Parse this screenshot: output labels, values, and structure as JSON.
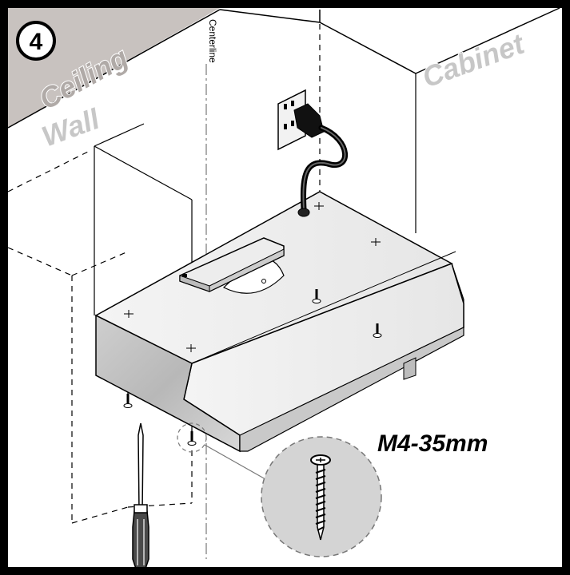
{
  "step_number": "4",
  "labels": {
    "ceiling": "Ceiling",
    "wall": "Wall",
    "cabinet": "Cabinet",
    "centerline": "Centerline",
    "screw_spec": "M4-35mm"
  },
  "colors": {
    "frame": "#000000",
    "ceiling_fill": "#c8c2bf",
    "stamp_text": "#c7c7c7",
    "hood_steel": "#d6d6d6",
    "hood_front": "#bcbcbc",
    "hood_top": "#f2f2f2",
    "magnifier_fill": "#d4d4d4",
    "screwdriver_handle": "#4a4a4a"
  },
  "icons": [
    "step-badge",
    "power-outlet-icon",
    "power-plug-icon",
    "screw-icon",
    "screwdriver-icon",
    "magnifier-icon"
  ]
}
